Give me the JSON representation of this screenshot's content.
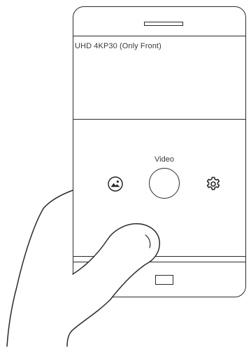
{
  "camera": {
    "resolution_label": "UHD 4KP30 (Only Front)",
    "mode_label": "Video"
  },
  "icons": {
    "gallery": "gallery-icon",
    "settings": "gear-icon",
    "shutter": "shutter-button",
    "home": "home-button"
  },
  "colors": {
    "stroke": "#2b2b2b",
    "text": "#3a3a3a",
    "background": "#ffffff"
  }
}
